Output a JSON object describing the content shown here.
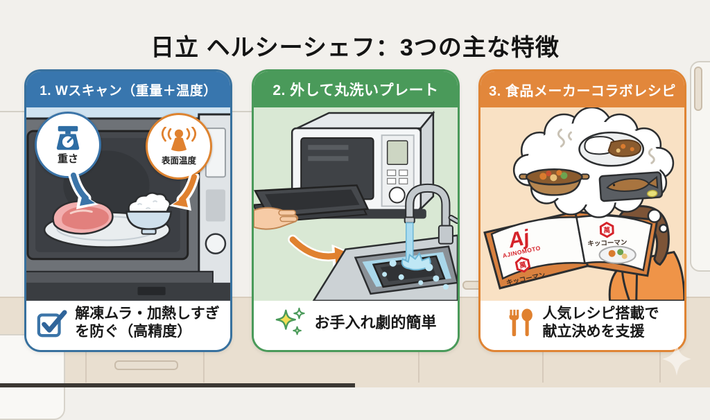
{
  "title": "日立 ヘルシーシェフ：3つの主な特徴",
  "colors": {
    "card1_accent": "#3876ae",
    "card2_accent": "#4a9a5a",
    "card3_accent": "#e2873b",
    "card1_body_bg": "#cfe2f0",
    "card2_body_bg": "#d9e8d4",
    "card3_body_bg": "#f9e1c4",
    "brand_red": "#d5232a",
    "counter_bg": "#e9dfd0"
  },
  "cards": [
    {
      "id": "w-scan",
      "header": "1. Wスキャン（重量＋温度）",
      "badges": [
        {
          "icon": "scale-icon",
          "label": "重さ"
        },
        {
          "icon": "temp-sensor-icon",
          "label": "表面温度"
        }
      ],
      "caption_icon": "checkbox-icon",
      "caption_line1": "解凍ムラ・加熱しすぎ",
      "caption_line2": "を防ぐ（高精度）"
    },
    {
      "id": "washable-plate",
      "header": "2. 外して丸洗いプレート",
      "caption_icon": "sparkles-icon",
      "caption_line1": "お手入れ劇的簡単",
      "caption_line2": ""
    },
    {
      "id": "collab-recipes",
      "header": "3. 食品メーカーコラボレシピ",
      "caption_icon": "utensils-icon",
      "caption_line1": "人気レシピ搭載で",
      "caption_line2": "献立決めを支援",
      "book": {
        "aj_logo": "Aj",
        "ajinomoto_text": "AJINOMOTO",
        "kikkoman_mark_left": "萬",
        "kikkoman_mark_right": "萬",
        "kikkoman_left": "キッコーマン",
        "kikkoman_right": "キッコーマン"
      }
    }
  ]
}
